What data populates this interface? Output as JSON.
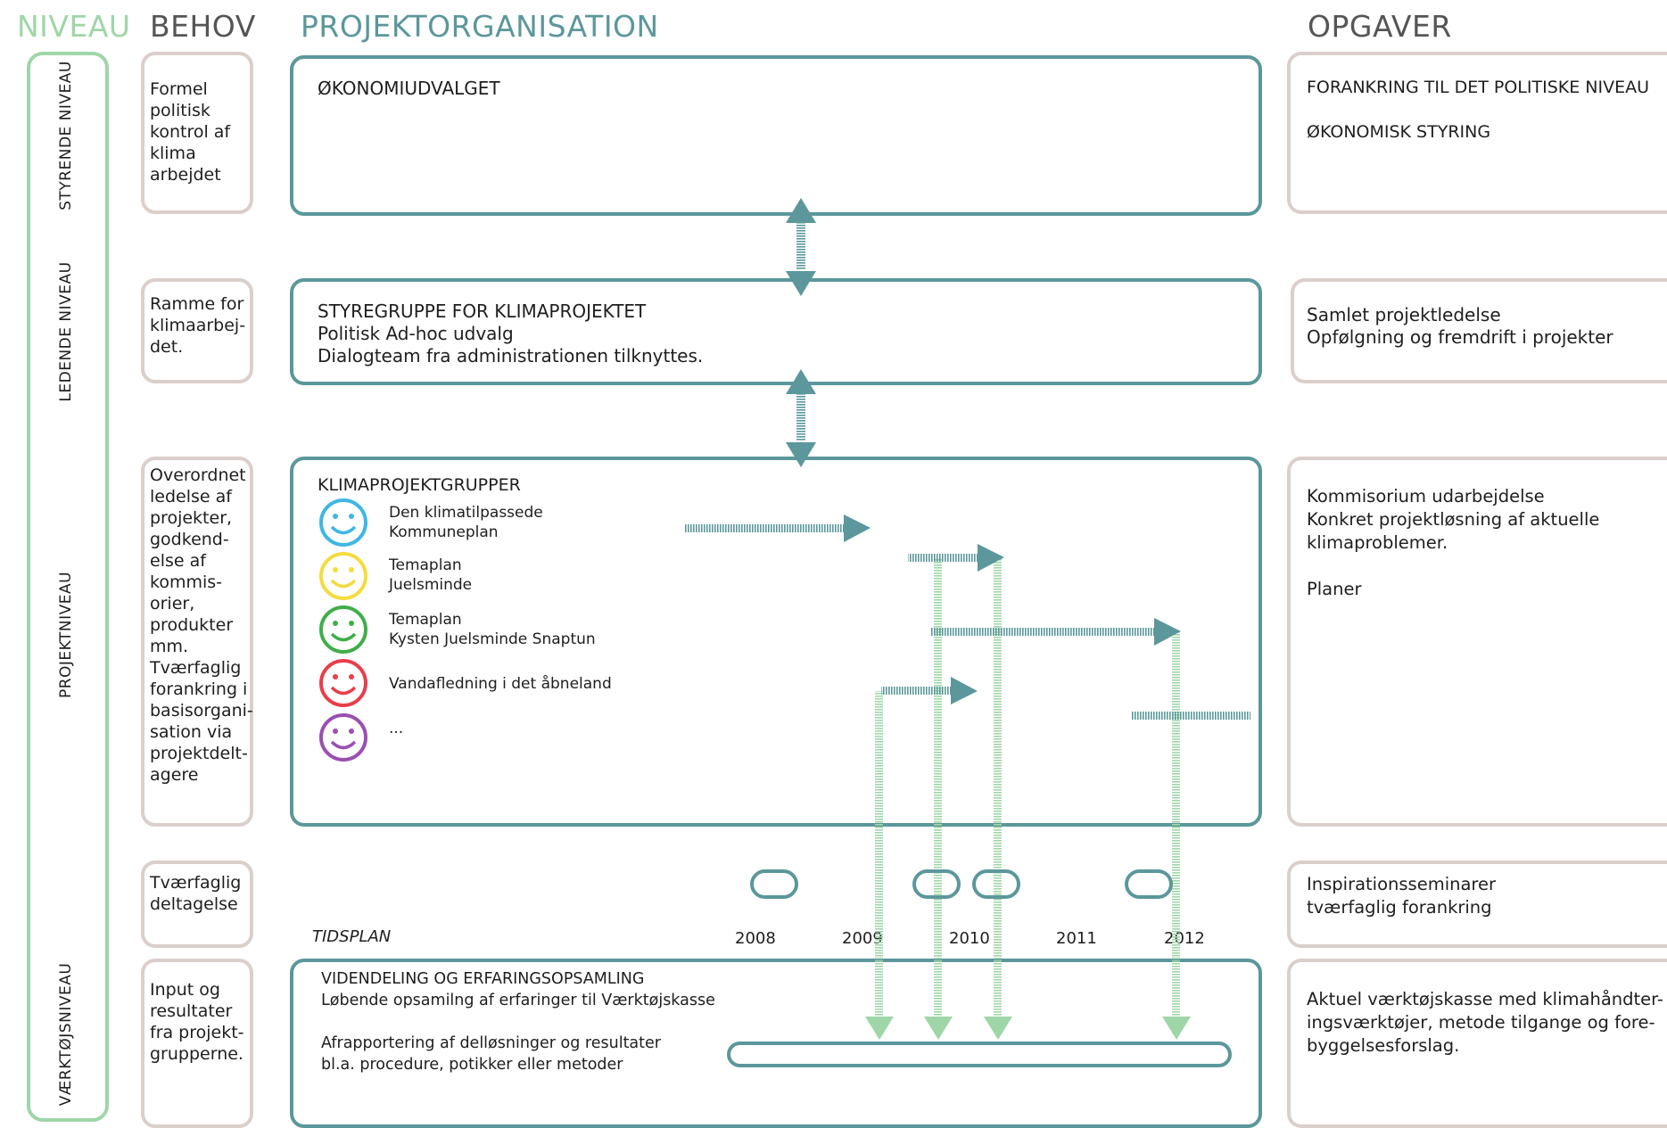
{
  "headers": {
    "niveau": "NIVEAU",
    "behov": "BEHOV",
    "projektorganisation": "PROJEKTORGANISATION",
    "opgaver": "OPGAVER"
  },
  "levels": {
    "styrende": "STYRENDE NIVEAU",
    "ledende": "LEDENDE NIVEAU",
    "projekt": "PROJEKTNIVEAU",
    "vaerktoj": "VÆRKTØJSNIVEAU"
  },
  "behov": {
    "b1": "Formel\npolitisk\nkontrol af\nklima\narbejdet",
    "b2": "Ramme for\nklimaarbej-\ndet.",
    "b3": "Overordnet\nledelse af\nprojekter,\ngodkend-\nelse af\nkommis-\norier,\nprodukter\nmm.\nTværfaglig\nforankring i\nbasisorgani-\nsation via\nprojektdelt-\nagere",
    "b4": "Tværfaglig\ndeltagelse",
    "b5": "Input og\nresultater\nfra projekt-\ngrupperne."
  },
  "org": {
    "okonomi": "ØKONOMIUDVALGET",
    "styregruppe": "STYREGRUPPE FOR KLIMAPROJEKTET\nPolitisk Ad-hoc udvalg\nDialogteam fra administrationen tilknyttes.",
    "klima_title": "KLIMAPROJEKTGRUPPER",
    "groups": [
      {
        "label": "Den klimatilpassede\nKommuneplan",
        "color": "#3fb6e6"
      },
      {
        "label": "Temaplan\nJuelsminde",
        "color": "#f2dc3e"
      },
      {
        "label": "Temaplan\nKysten Juelsminde Snaptun",
        "color": "#3fae49"
      },
      {
        "label": "Vandafledning i det åbneland",
        "color": "#e83e4b"
      },
      {
        "label": "...",
        "color": "#9a4fb1"
      }
    ],
    "tidsplan": "TIDSPLAN",
    "years": [
      "2008",
      "2009",
      "2010",
      "2011",
      "2012"
    ],
    "viden": "VIDENDELING OG ERFARINGSOPSAMLING\nLøbende opsamilng af erfaringer til Værktøjskasse\n\nAfrapportering af delløsninger og resultater\nbl.a. procedure, potikker eller metoder"
  },
  "opgaver": {
    "o1": "FORANKRING TIL DET POLITISKE NIVEAU\n\nØKONOMISK STYRING",
    "o2": "Samlet projektledelse\nOpfølgning og fremdrift i projekter",
    "o3": "Kommisorium udarbejdelse\nKonkret projektløsning af aktuelle\nklimaproblemer.\n\nPlaner",
    "o4": "Inspirationsseminarer\ntværfaglig forankring",
    "o5": "Aktuel værktøjskasse med klimahåndter-\ningsværktøjer, metode tilgange og fore-\nbyggelsesforslag."
  },
  "colors": {
    "teal": "#5b979b",
    "green": "#9fd6a7",
    "beige": "#dbcfcb"
  }
}
